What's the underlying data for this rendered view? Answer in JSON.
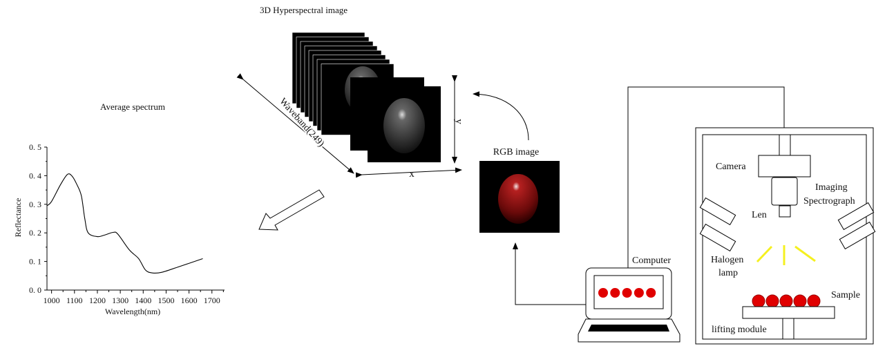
{
  "hyperspectral": {
    "title": "3D Hyperspectral image",
    "waveband_label": "Waveband(249)",
    "x_label": "x",
    "y_label": "y"
  },
  "rgb": {
    "label": "RGB image"
  },
  "setup": {
    "computer": "Computer",
    "camera": "Camera",
    "spectrograph_line1": "Imaging",
    "spectrograph_line2": "Spectrograph",
    "len": "Len",
    "halogen_line1": "Halogen",
    "halogen_line2": "lamp",
    "sample": "Sample",
    "lifting": "lifting module",
    "sample_color": "#e00000",
    "light_color": "#f5f020"
  },
  "chart_data": {
    "type": "line",
    "title": "Average spectrum",
    "xlabel": "Wavelength(nm)",
    "ylabel": "Reflectance",
    "xlim": [
      980,
      1755
    ],
    "ylim": [
      0,
      0.5
    ],
    "xticks": [
      "1000",
      "1100",
      "1200",
      "1300",
      "1400",
      "1500",
      "1600",
      "1700"
    ],
    "yticks": [
      "0. 0",
      "0. 1",
      "0. 2",
      "0. 3",
      "0. 4",
      "0. 5"
    ],
    "series": [
      {
        "name": "Average spectrum",
        "x": [
          980,
          1000,
          1040,
          1070,
          1090,
          1110,
          1130,
          1145,
          1160,
          1200,
          1230,
          1270,
          1290,
          1340,
          1380,
          1410,
          1440,
          1480,
          1550,
          1660
        ],
        "y": [
          0.295,
          0.31,
          0.37,
          0.405,
          0.398,
          0.37,
          0.33,
          0.25,
          0.2,
          0.187,
          0.192,
          0.202,
          0.195,
          0.14,
          0.11,
          0.07,
          0.06,
          0.062,
          0.08,
          0.11
        ]
      }
    ]
  }
}
